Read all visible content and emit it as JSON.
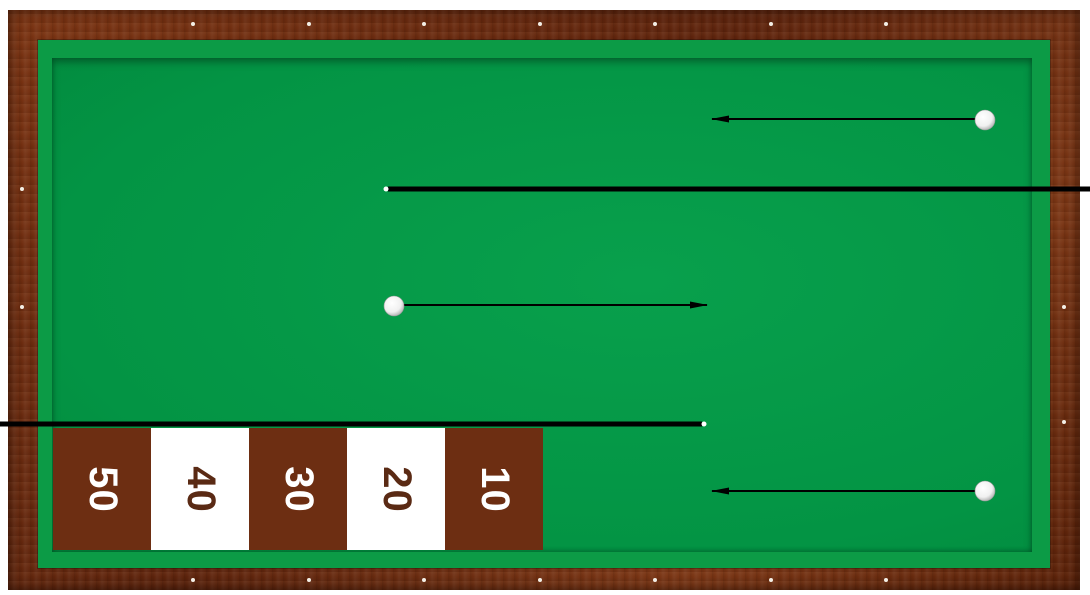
{
  "table": {
    "rail_color": "#6b2a10",
    "cushion_color": "#0c9b46",
    "cloth_color": "#03944a",
    "diamonds": "rail-diamond-markers"
  },
  "scoring_zones": [
    {
      "label": "50",
      "style": "dark"
    },
    {
      "label": "40",
      "style": "light"
    },
    {
      "label": "30",
      "style": "dark"
    },
    {
      "label": "20",
      "style": "light"
    },
    {
      "label": "10",
      "style": "dark"
    }
  ],
  "balls": [
    {
      "name": "cue-ball-top",
      "color": "#f4f4f4"
    },
    {
      "name": "cue-ball-middle",
      "color": "#f4f4f4"
    },
    {
      "name": "cue-ball-bottom",
      "color": "#f4f4f4"
    }
  ],
  "arrows": [
    {
      "name": "shot-arrow-top",
      "direction": "left"
    },
    {
      "name": "shot-arrow-middle",
      "direction": "right"
    },
    {
      "name": "shot-arrow-bottom",
      "direction": "left"
    }
  ],
  "boundary_lines": [
    {
      "name": "upper-boundary-line"
    },
    {
      "name": "lower-boundary-line"
    }
  ]
}
